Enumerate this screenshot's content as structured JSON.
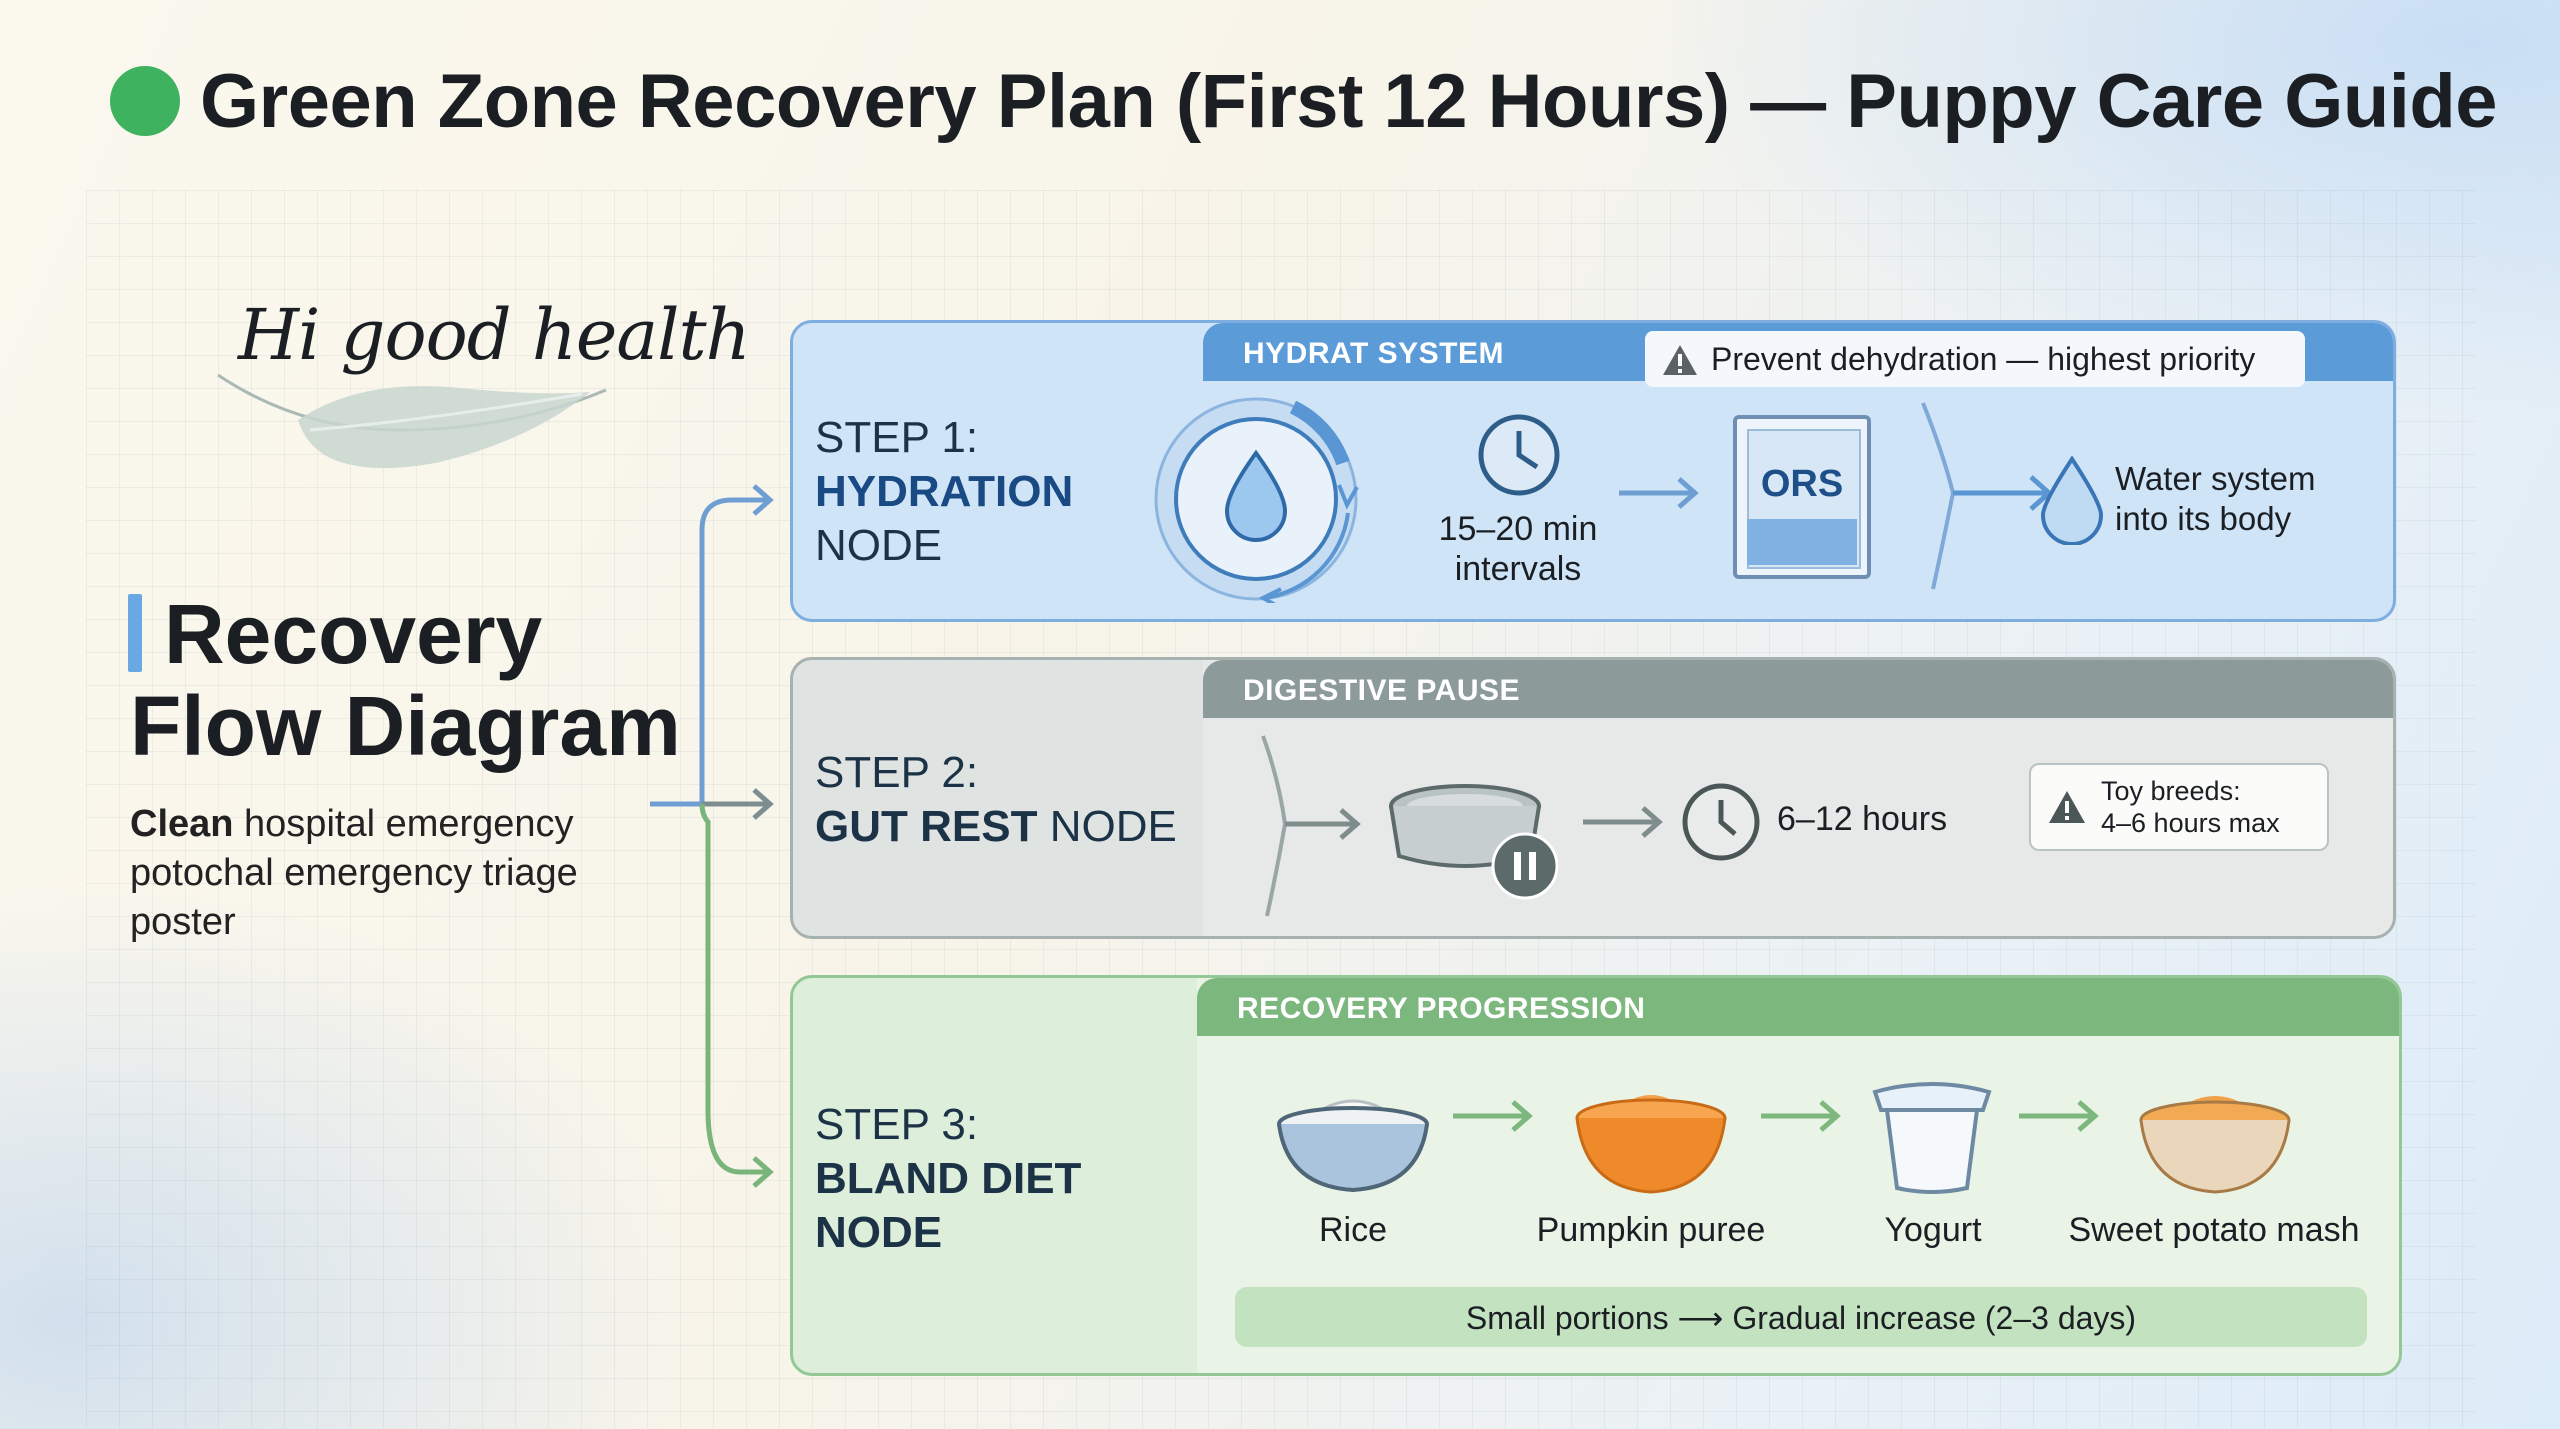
{
  "header": {
    "title": "Green Zone Recovery Plan (First 12 Hours) — Puppy Care Guide"
  },
  "logo": {
    "text": "Hi good health"
  },
  "intro": {
    "title_line1": "Recovery",
    "title_line2": "Flow Diagram",
    "subtitle_bold": "Clean",
    "subtitle_rest": " hospital emergency potochal emergency triage poster"
  },
  "steps": [
    {
      "band_label": "HYDRAT SYSTEM",
      "step_label": "STEP 1:",
      "name": "HYDRATION",
      "suffix": "NODE",
      "alert": "Prevent dehydration — highest priority",
      "interval_line1": "15–20 min",
      "interval_line2": "intervals",
      "packet_label": "ORS",
      "result_line1": "Water system",
      "result_line2": "into its body"
    },
    {
      "band_label": "DIGESTIVE PAUSE",
      "step_label": "STEP 2:",
      "name": "GUT REST",
      "suffix": "NODE",
      "duration": "6–12 hours",
      "note_line1": "Toy breeds:",
      "note_line2": "4–6 hours max"
    },
    {
      "band_label": "RECOVERY PROGRESSION",
      "step_label": "STEP 3:",
      "name_line1": "BLAND DIET",
      "name_line2": "NODE",
      "foods": [
        "Rice",
        "Pumpkin puree",
        "Yogurt",
        "Sweet potato mash"
      ],
      "footer_start": "Small portions",
      "footer_end": "Gradual increase (2–3 days)"
    }
  ],
  "colors": {
    "green_dot": "#3fb25f",
    "hydration_band": "#5b9bd8",
    "gut_band": "#8c9a9a",
    "diet_band": "#7cb77d",
    "accent_bar": "#6aa8e4"
  }
}
